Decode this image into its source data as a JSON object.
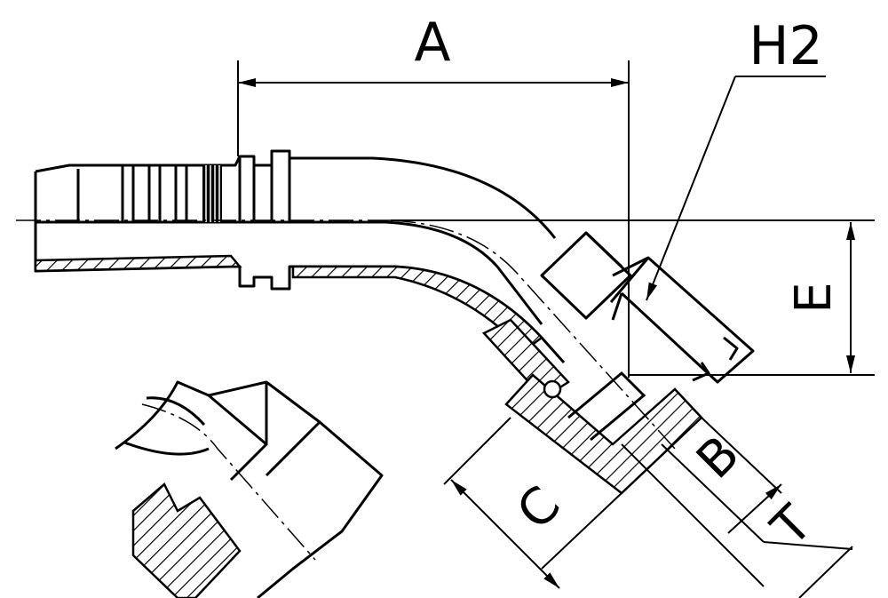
{
  "labels": {
    "a": "A",
    "h2": "H2",
    "e": "E",
    "b": "B",
    "c": "C",
    "t": "T"
  },
  "colors": {
    "line": "#000000",
    "background": "#ffffff"
  }
}
